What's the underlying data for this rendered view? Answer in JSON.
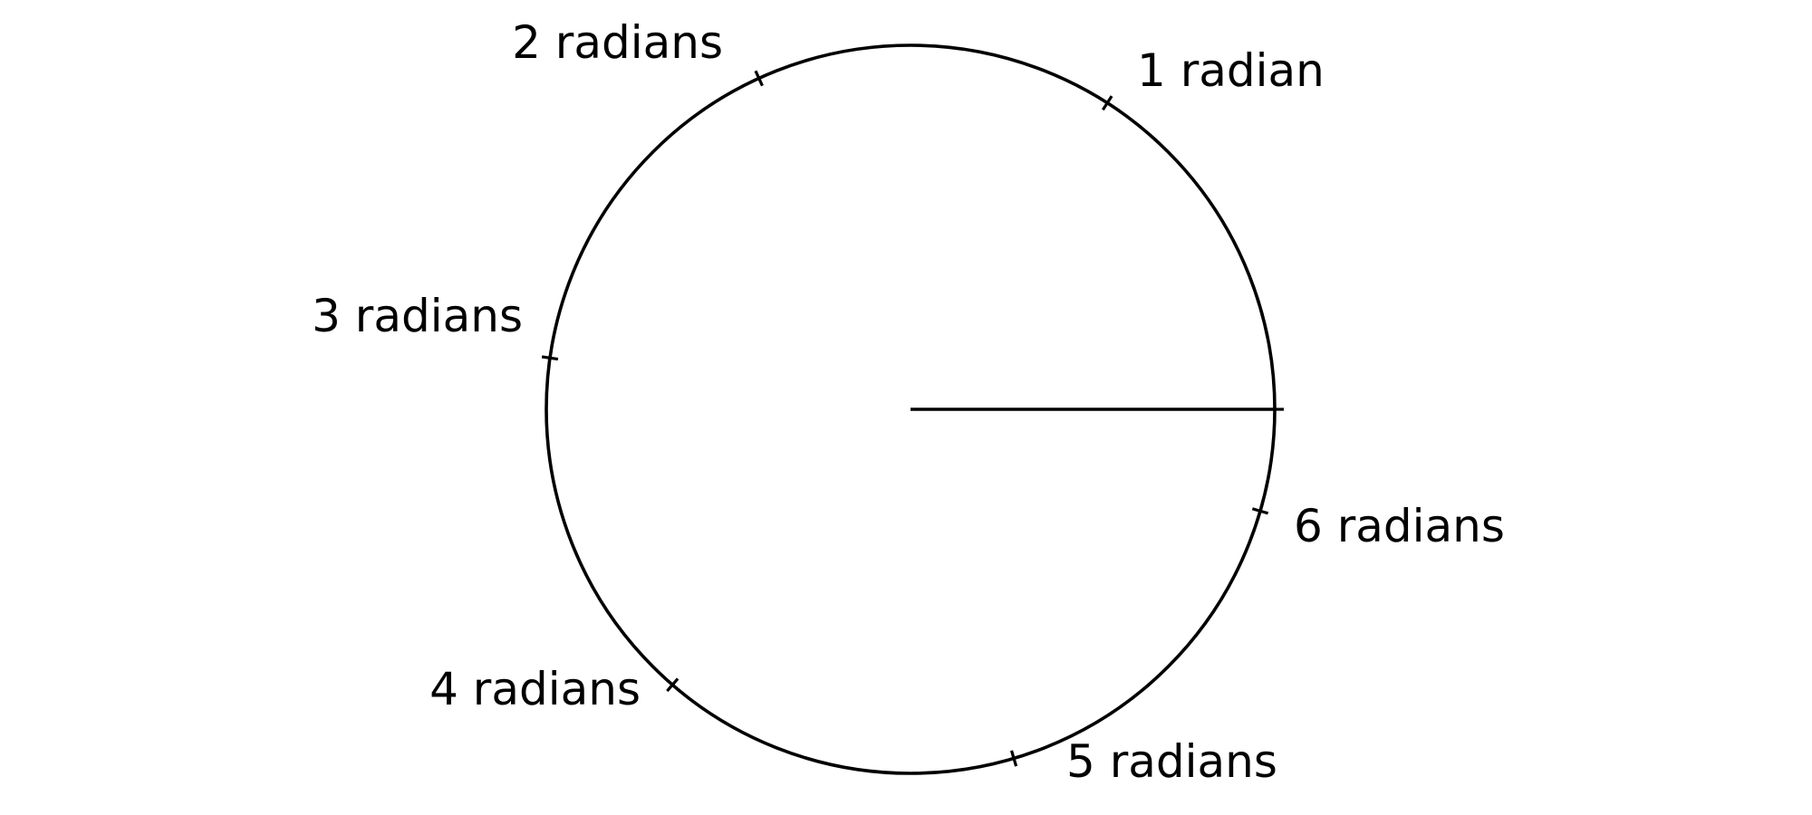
{
  "diagram": {
    "radius_line_label": "",
    "marks": [
      {
        "angle": 1,
        "label": "1 radian"
      },
      {
        "angle": 2,
        "label": "2 radians"
      },
      {
        "angle": 3,
        "label": "3 radians"
      },
      {
        "angle": 4,
        "label": "4 radians"
      },
      {
        "angle": 5,
        "label": "5 radians"
      },
      {
        "angle": 6,
        "label": "6 radians"
      }
    ]
  }
}
